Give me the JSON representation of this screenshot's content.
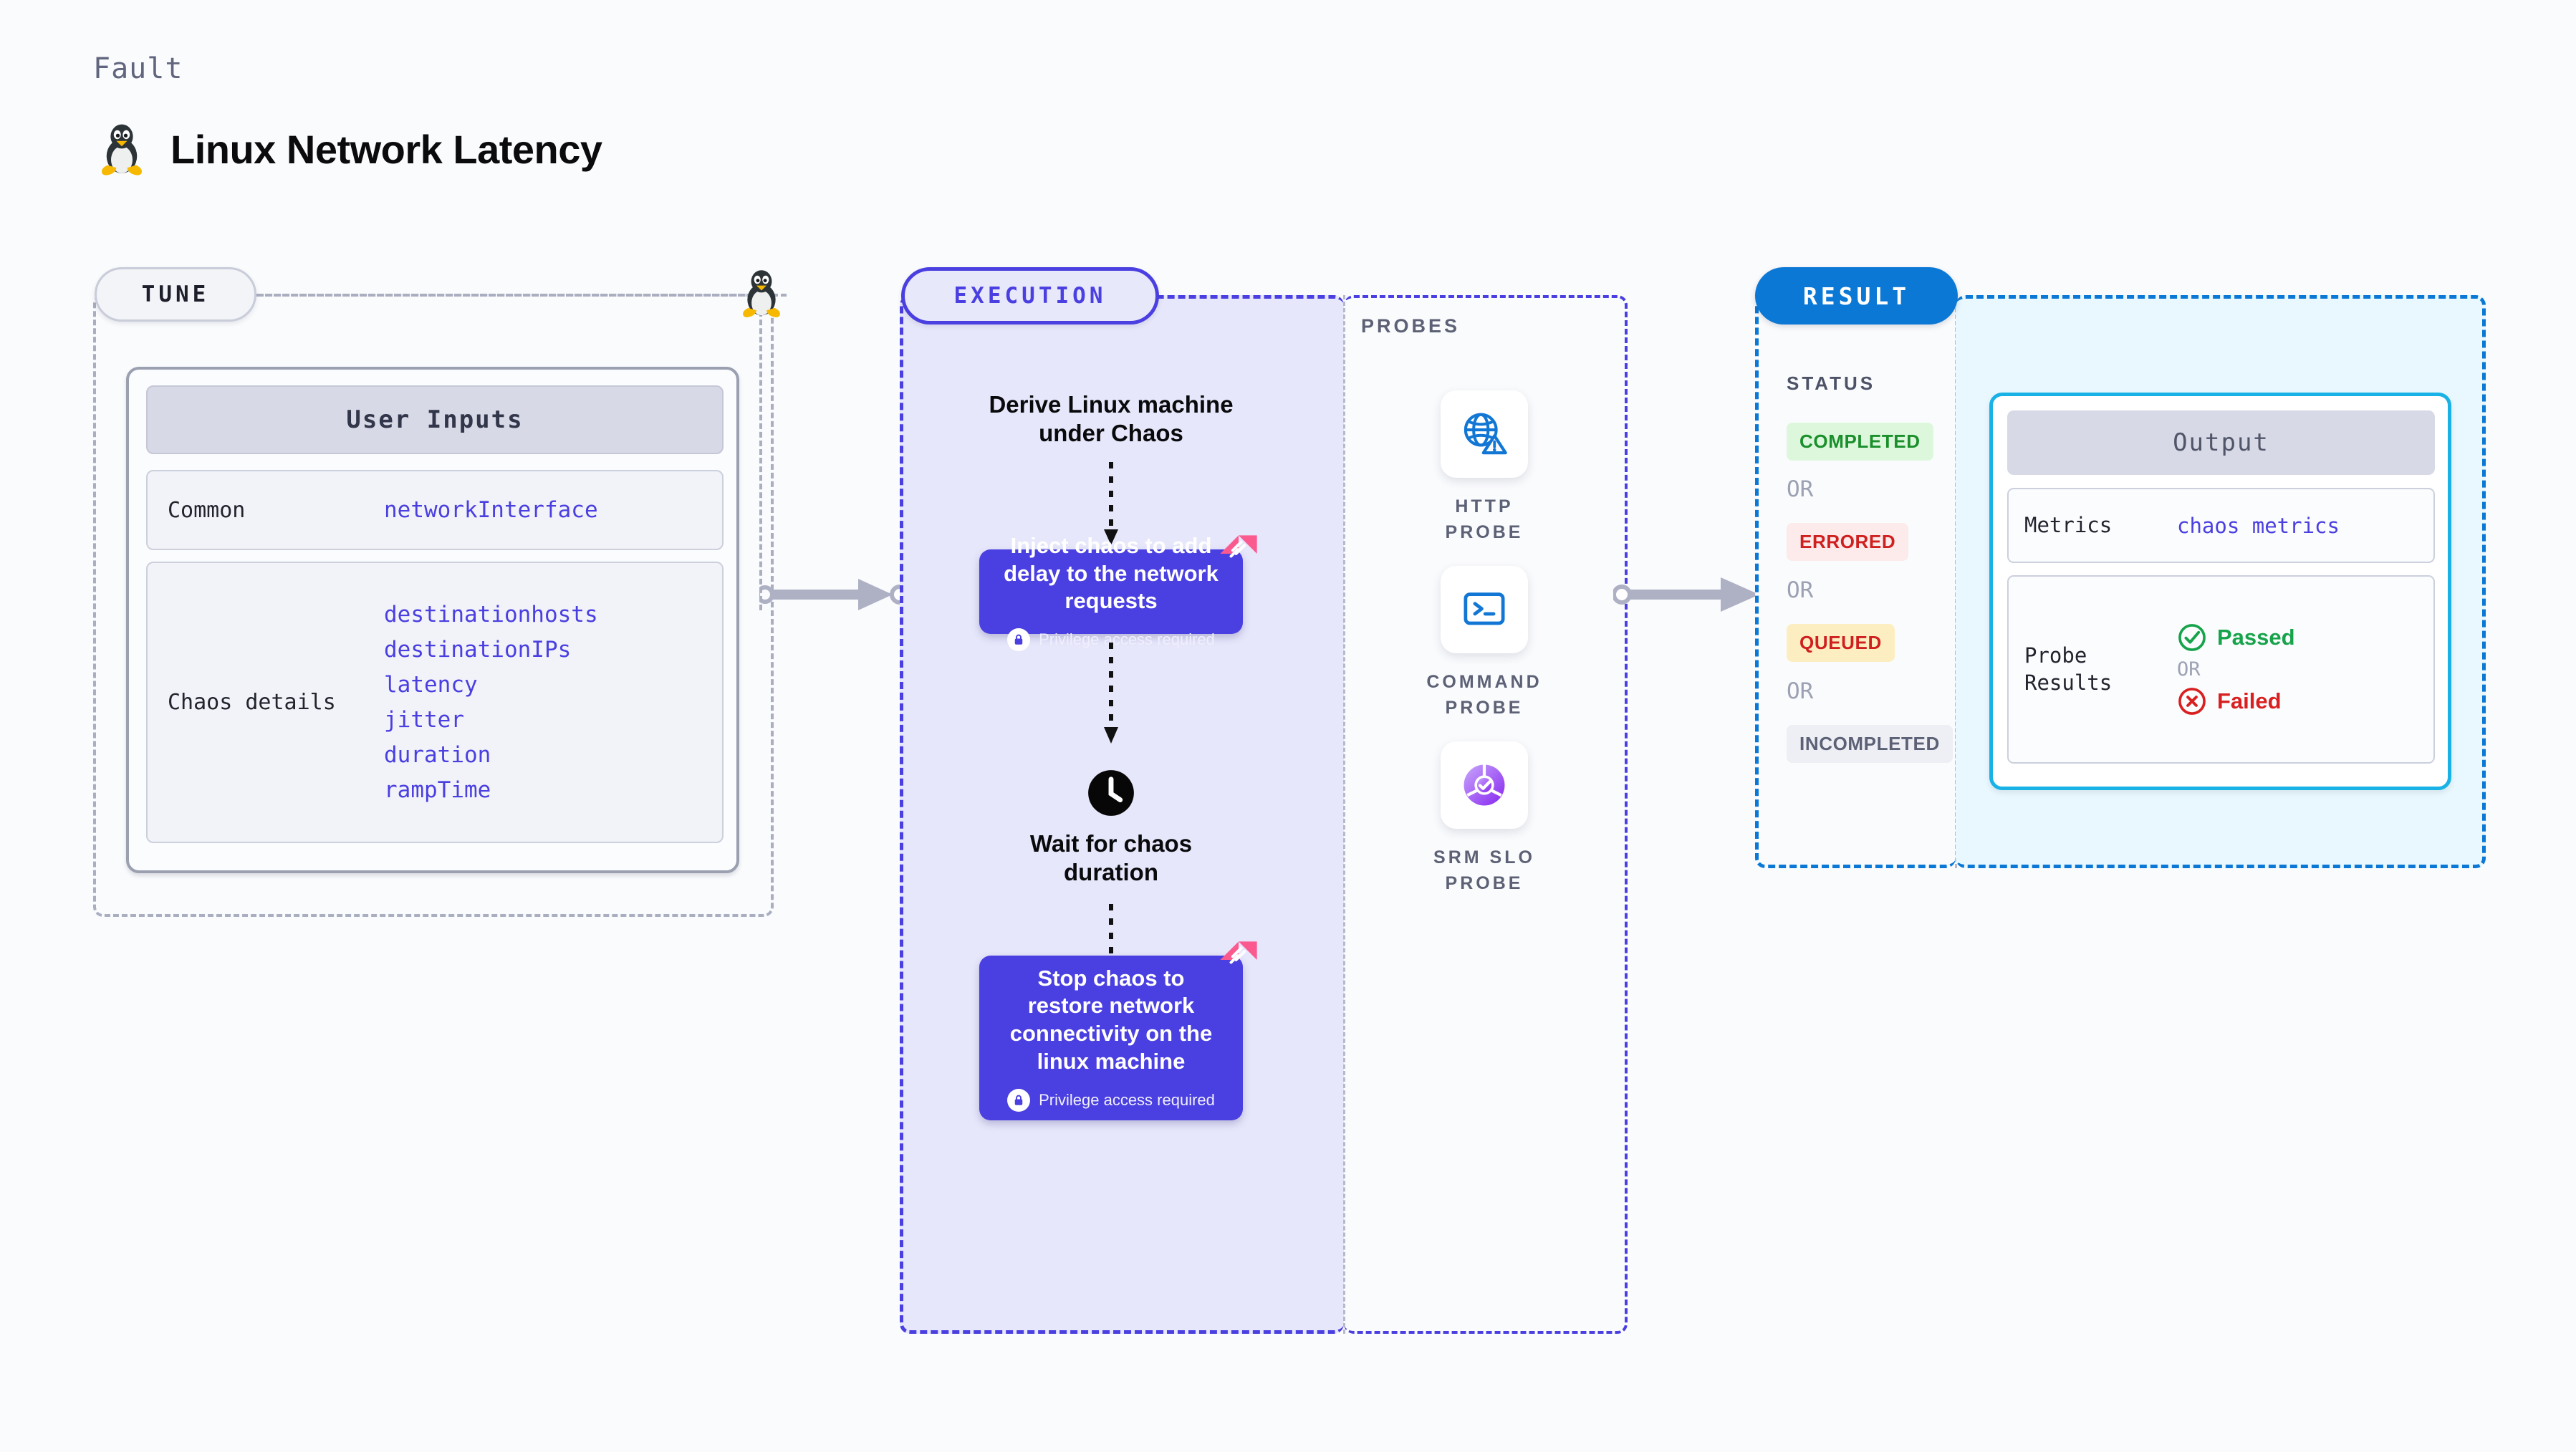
{
  "header": {
    "kicker": "Fault",
    "title": "Linux Network Latency",
    "icon": "linux-penguin-icon"
  },
  "colors": {
    "accent_indigo": "#4a3fe0",
    "accent_blue": "#0b78d6",
    "accent_cyan": "#19b2e6",
    "neutral_border": "#a9aec0",
    "harness_pink": "#fb5a8f",
    "pass_green": "#16a34a",
    "fail_red": "#d92020",
    "page_bg": "#fafbfd"
  },
  "tune": {
    "pill_label": "TUNE",
    "card_title": "User Inputs",
    "sections": [
      {
        "label": "Common",
        "values": [
          "networkInterface"
        ]
      },
      {
        "label": "Chaos details",
        "values": [
          "destinationhosts",
          "destinationIPs",
          "latency",
          "jitter",
          "duration",
          "rampTime"
        ]
      }
    ]
  },
  "execution": {
    "pill_label": "EXECUTION",
    "steps": [
      {
        "type": "text",
        "label": "Derive Linux machine\nunder Chaos"
      },
      {
        "type": "node",
        "label": "Inject chaos to add delay to the network requests",
        "privilege_note": "Privilege access required",
        "badge": "harness-logo-icon"
      },
      {
        "type": "wait",
        "icon": "clock-icon",
        "label": "Wait for chaos\nduration"
      },
      {
        "type": "node",
        "label": "Stop chaos to restore network connectivity on the linux machine",
        "privilege_note": "Privilege access required",
        "badge": "harness-logo-icon"
      }
    ]
  },
  "probes": {
    "section_label": "PROBES",
    "items": [
      {
        "icon": "globe-warning-icon",
        "label": "HTTP PROBE"
      },
      {
        "icon": "terminal-prompt-icon",
        "label": "COMMAND\nPROBE"
      },
      {
        "icon": "slo-donut-check-icon",
        "label": "SRM SLO\nPROBE"
      }
    ]
  },
  "result": {
    "pill_label": "RESULT",
    "status_label": "STATUS",
    "or_label": "OR",
    "statuses": [
      {
        "text": "COMPLETED",
        "fg": "#1a8f2b",
        "bg": "#ddf7dd"
      },
      {
        "text": "ERRORED",
        "fg": "#cf2020",
        "bg": "#fdeaea"
      },
      {
        "text": "QUEUED",
        "fg": "#cf2020",
        "bg": "#fdeec2"
      },
      {
        "text": "INCOMPLETED",
        "fg": "#5c6175",
        "bg": "#eeeff5"
      }
    ]
  },
  "output": {
    "card_title": "Output",
    "rows": [
      {
        "label": "Metrics",
        "value": "chaos metrics"
      },
      {
        "label": "Probe\nResults",
        "pass_text": "Passed",
        "or_text": "OR",
        "fail_text": "Failed",
        "pass_icon": "check-circle-icon",
        "fail_icon": "x-circle-icon"
      }
    ]
  }
}
